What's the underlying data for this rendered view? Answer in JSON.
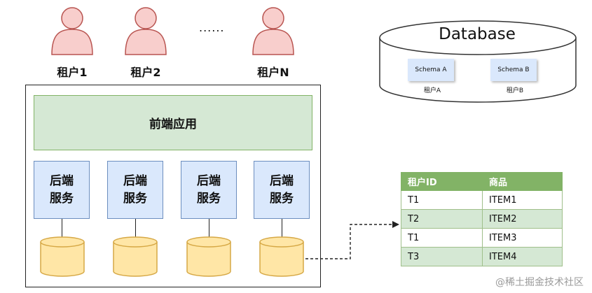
{
  "tenants": [
    {
      "label": "租户1"
    },
    {
      "label": "租户2"
    },
    {
      "label": "租户N"
    }
  ],
  "ellipsis": "......",
  "frontend": {
    "label": "前端应用"
  },
  "backend": {
    "line1": "后端",
    "line2": "服务",
    "count": 4
  },
  "database": {
    "title": "Database",
    "schemas": [
      {
        "name": "Schema A",
        "tenant": "租户A"
      },
      {
        "name": "Schema B",
        "tenant": "租户B"
      }
    ]
  },
  "table": {
    "headers": [
      "租户ID",
      "商品"
    ],
    "rows": [
      [
        "T1",
        "ITEM1"
      ],
      [
        "T2",
        "ITEM2"
      ],
      [
        "T1",
        "ITEM3"
      ],
      [
        "T3",
        "ITEM4"
      ]
    ]
  },
  "watermark": "@稀土掘金技术社区",
  "colors": {
    "person": "#f8cecc",
    "person_stroke": "#b85450",
    "frontend_fill": "#d5e8d4",
    "backend_fill": "#dae8fc",
    "db_fill": "#ffe6a6",
    "db_stroke": "#d6a845",
    "table_header": "#82b366"
  }
}
